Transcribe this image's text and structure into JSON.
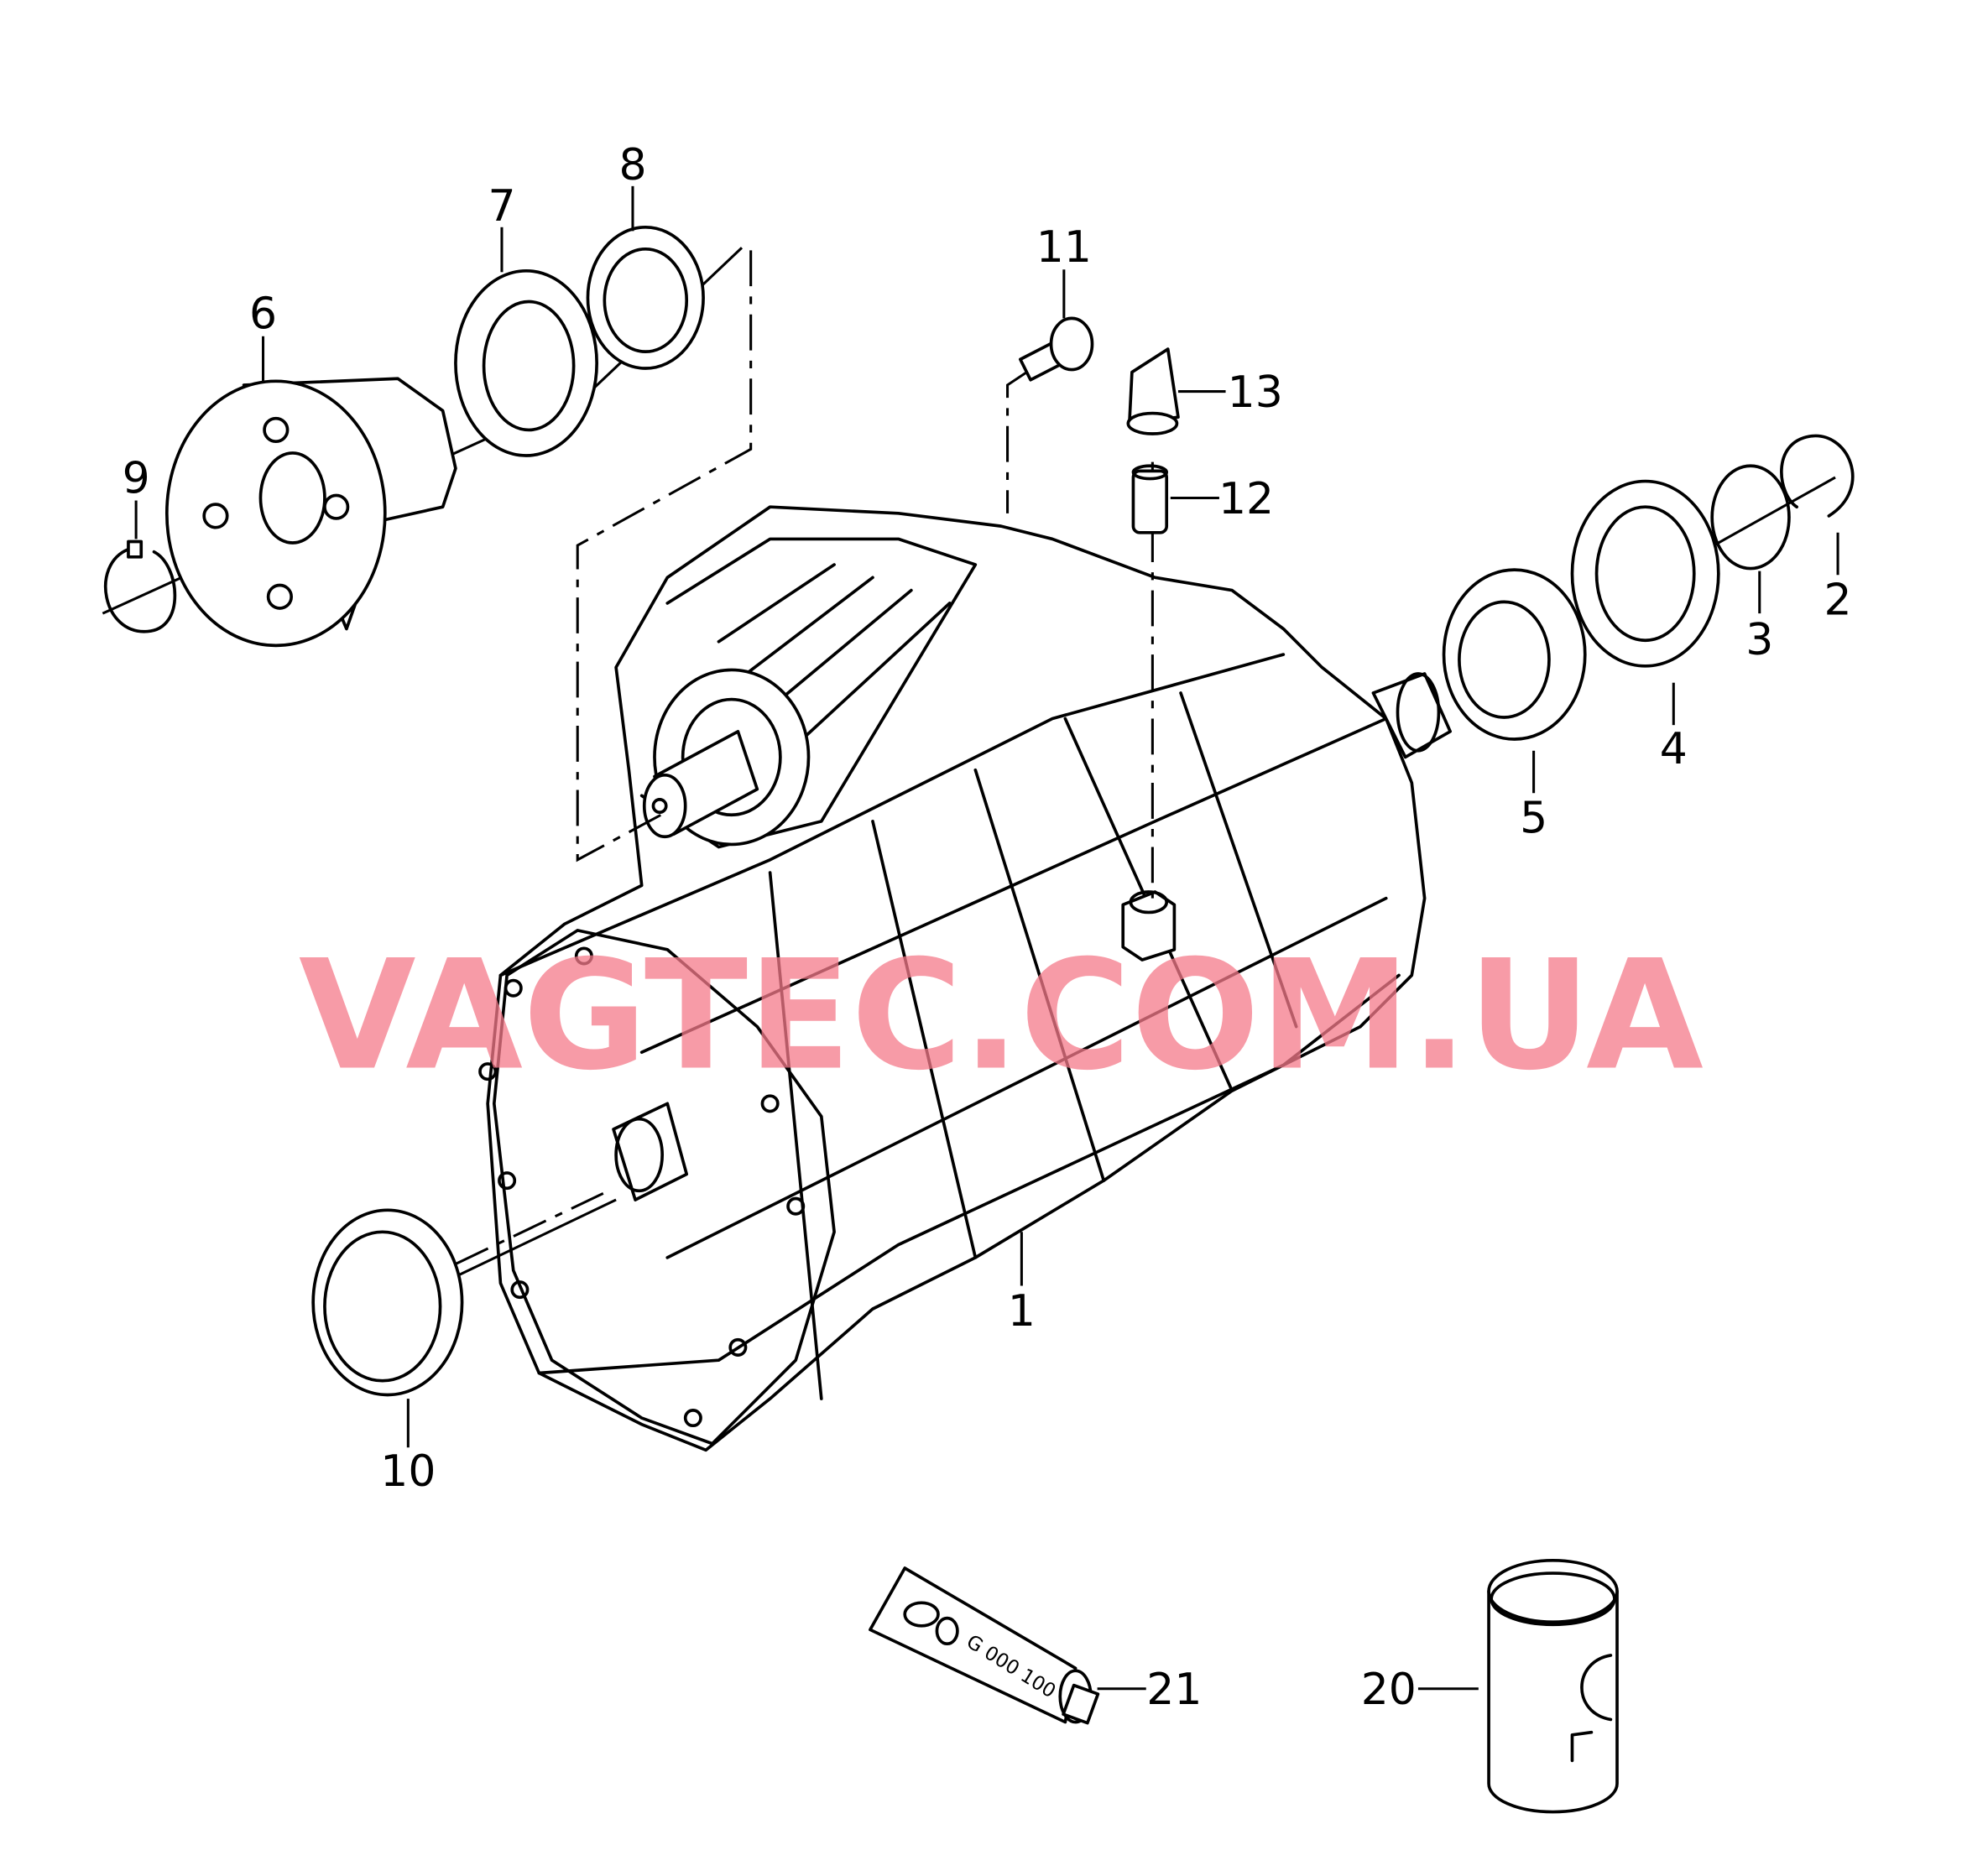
{
  "diagram": {
    "watermark": "VAGTEC.COM.UA",
    "tube_marking": "G 000 100",
    "callouts": {
      "p1": "1",
      "p2": "2",
      "p3": "3",
      "p4": "4",
      "p5": "5",
      "p6": "6",
      "p7": "7",
      "p8": "8",
      "p9": "9",
      "p10": "10",
      "p11": "11",
      "p12": "12",
      "p13": "13",
      "p20": "20",
      "p21": "21"
    }
  }
}
